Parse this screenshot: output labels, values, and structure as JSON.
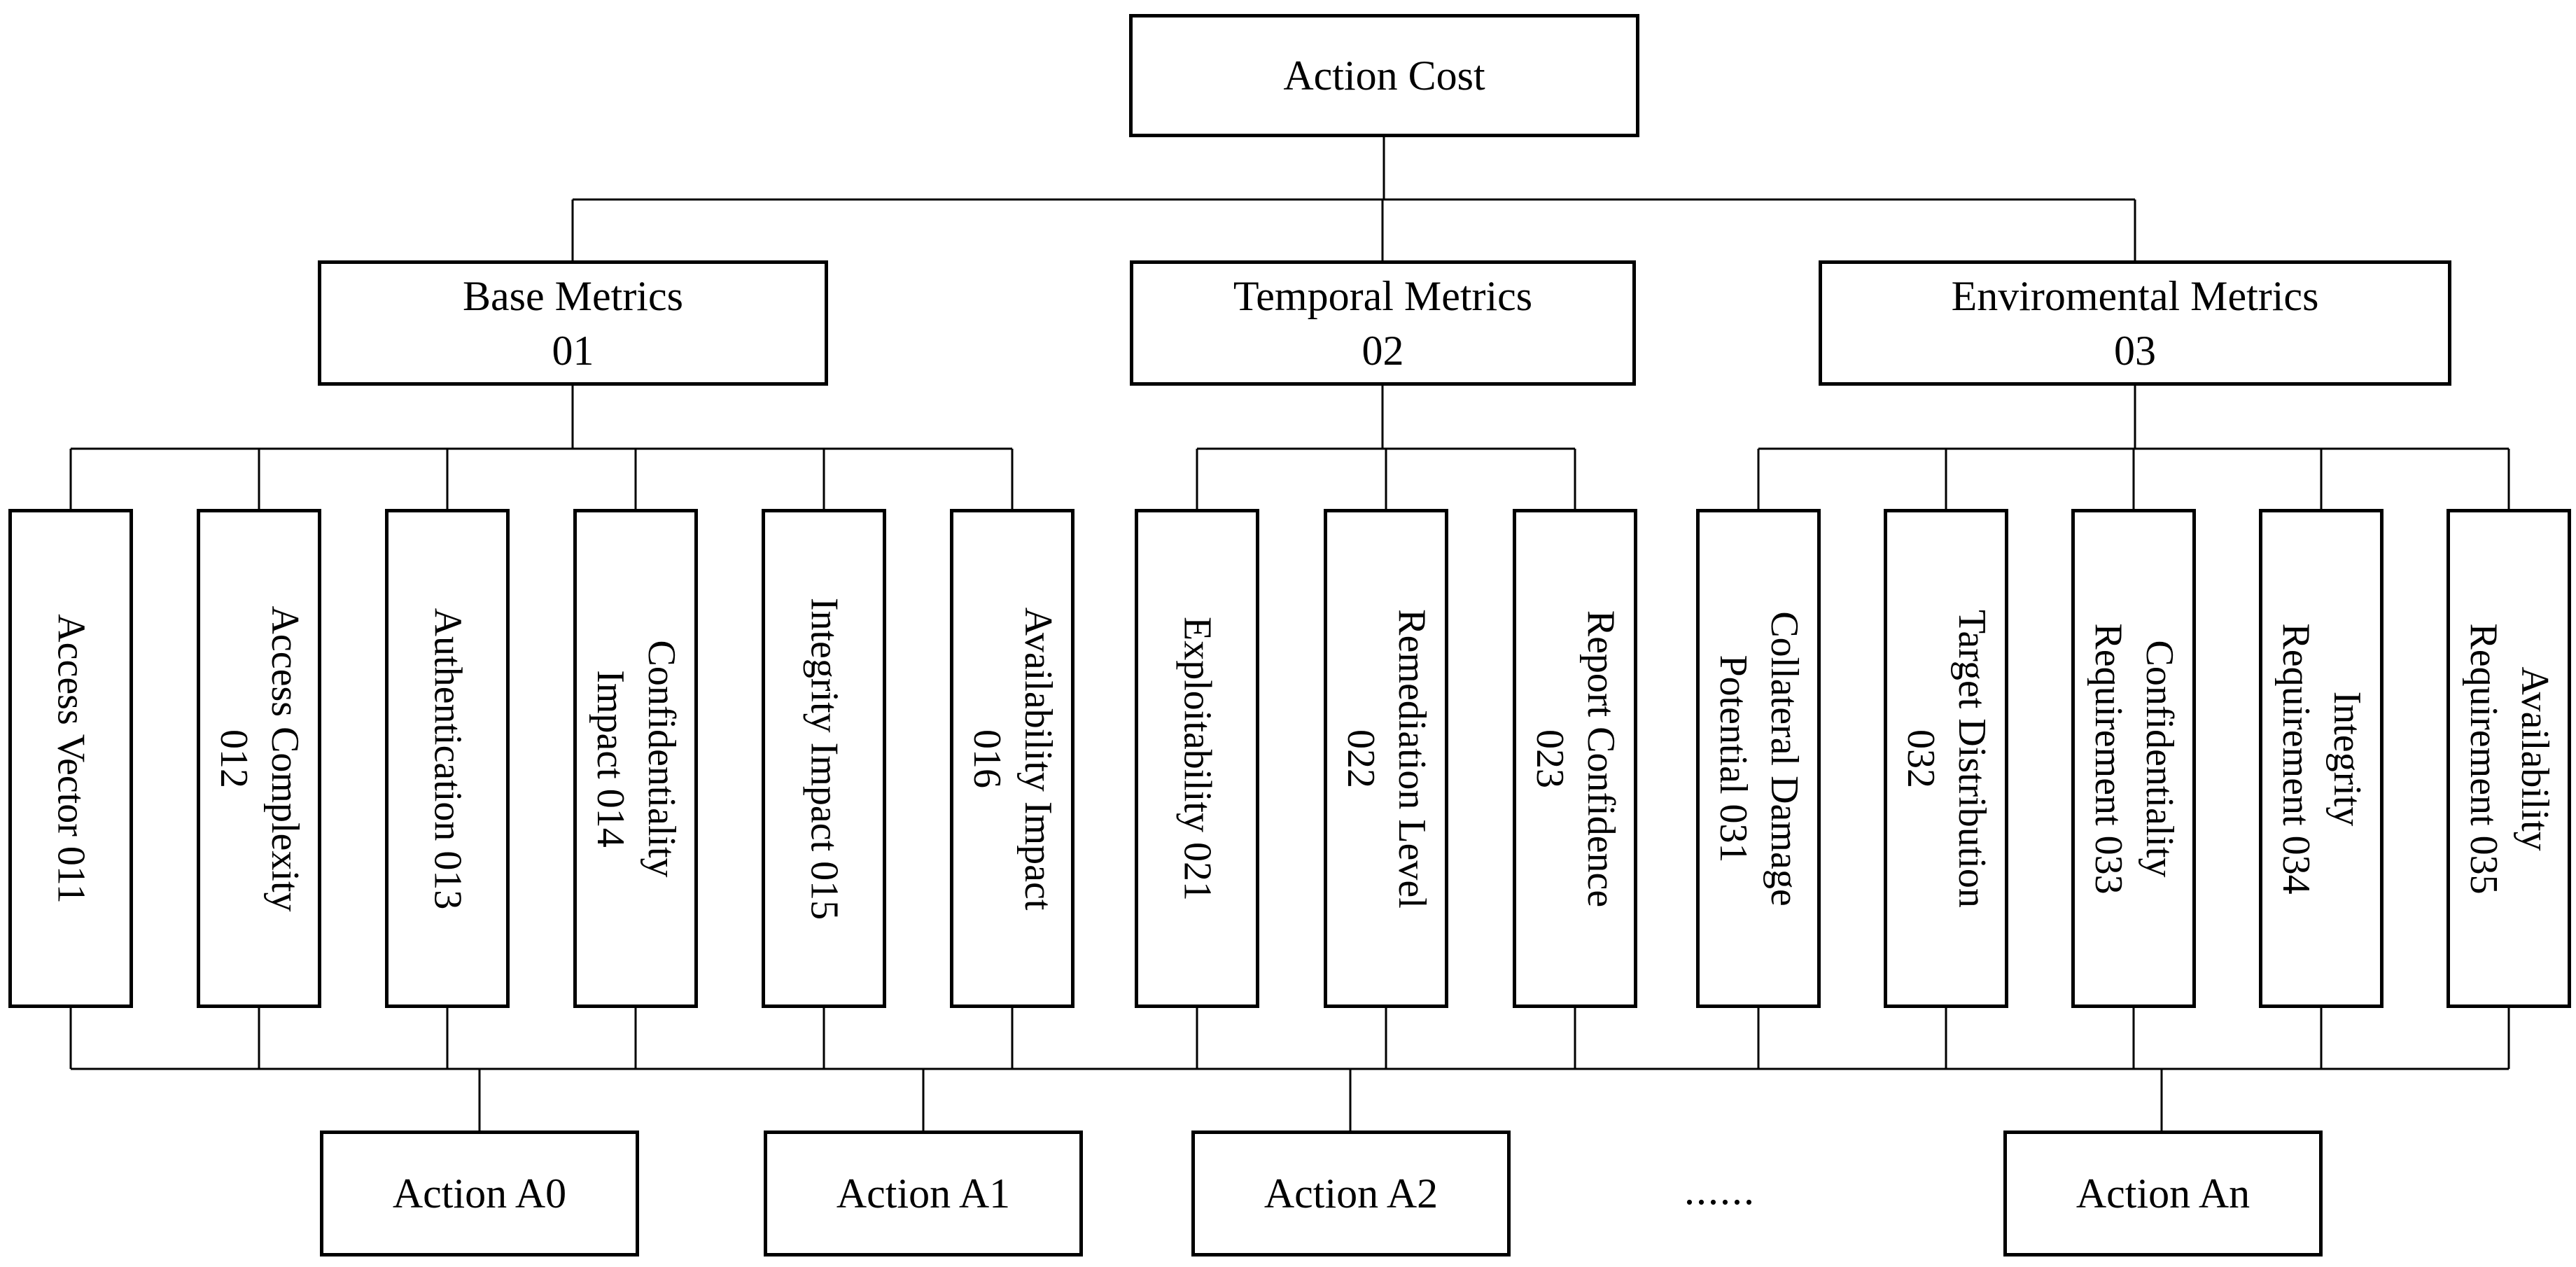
{
  "root": {
    "label": "Action Cost"
  },
  "groups": [
    {
      "label": "Base Metrics\n01",
      "children": [
        {
          "label": "Access Vector 011"
        },
        {
          "label": "Access Complexity\n012"
        },
        {
          "label": "Authentication 013"
        },
        {
          "label": "Confidentiality\nImpact 014"
        },
        {
          "label": "Integrity Impact 015"
        },
        {
          "label": "Availability Impact\n016"
        }
      ]
    },
    {
      "label": "Temporal Metrics\n02",
      "children": [
        {
          "label": "Exploitability 021"
        },
        {
          "label": "Remediation Level\n022"
        },
        {
          "label": "Report Confidence\n023"
        }
      ]
    },
    {
      "label": "Enviromental Metrics\n03",
      "children": [
        {
          "label": "Collateral Damage\nPotential 031"
        },
        {
          "label": "Target Distribution\n032"
        },
        {
          "label": "Confidentiality\nRequirement 033"
        },
        {
          "label": "Integrity\nRequirement 034"
        },
        {
          "label": "Availability\nRequirement 035"
        }
      ]
    }
  ],
  "actions": [
    {
      "label": "Action A0"
    },
    {
      "label": "Action A1"
    },
    {
      "label": "Action A2"
    },
    {
      "label": "Action An"
    }
  ],
  "ellipsis": "......",
  "colors": {
    "line": "#000000",
    "box_border": "#000000",
    "box_fill": "#ffffff",
    "text": "#000000",
    "background": "#ffffff"
  }
}
